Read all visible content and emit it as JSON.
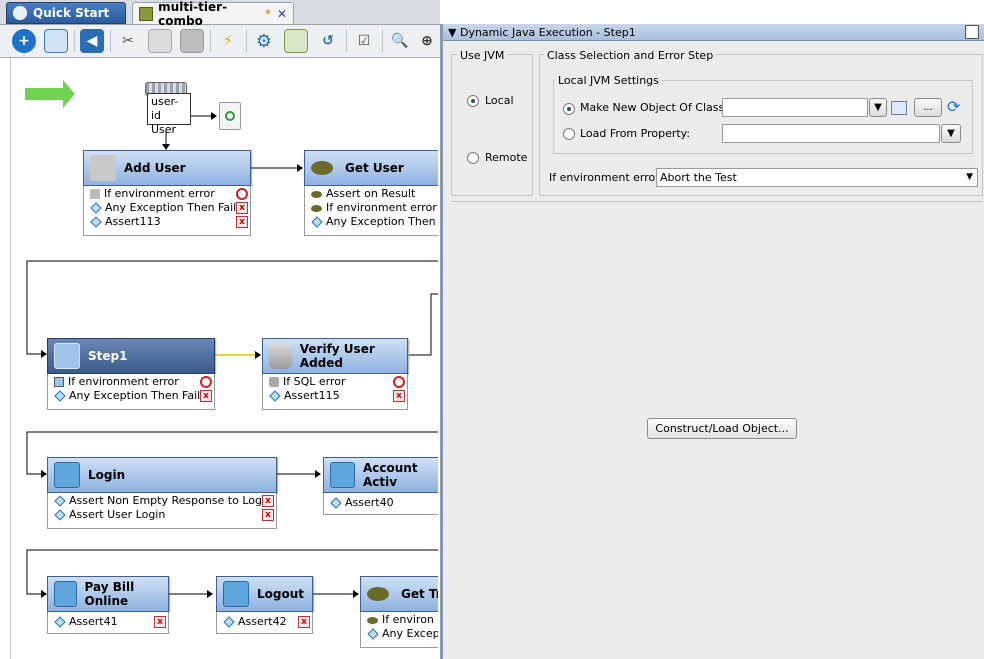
{
  "tabs": [
    {
      "label": "Quick Start"
    },
    {
      "label": "multi-tier-combo"
    }
  ],
  "toolbar": {
    "icons": [
      "add-icon",
      "delete-icon",
      "back-icon",
      "cut-icon",
      "copy-icon",
      "paste-icon",
      "run-icon",
      "settings-icon",
      "transfer-icon",
      "refresh-icon",
      "checklist-icon",
      "zoom-icon",
      "zoom-plus-icon"
    ]
  },
  "canvas": {
    "data_node": {
      "line1": "user-id",
      "line2": "User"
    },
    "nodes": [
      {
        "id": "add-user",
        "title": "Add User",
        "rows": [
          {
            "text": "If environment error",
            "mark": "no"
          },
          {
            "text": "Any Exception Then Fail",
            "mark": "x"
          },
          {
            "text": "Assert113",
            "mark": "x"
          }
        ]
      },
      {
        "id": "get-user",
        "title": "Get User",
        "rows": [
          {
            "text": "Assert on Result"
          },
          {
            "text": "If environment error"
          },
          {
            "text": "Any Exception Then F"
          }
        ]
      },
      {
        "id": "step1",
        "title": "Step1",
        "rows": [
          {
            "text": "If environment error",
            "mark": "no"
          },
          {
            "text": "Any Exception Then Fail",
            "mark": "x"
          }
        ]
      },
      {
        "id": "verify-user-added",
        "title": "Verify User Added",
        "rows": [
          {
            "text": "If SQL error",
            "mark": "no"
          },
          {
            "text": "Assert115",
            "mark": "x"
          }
        ]
      },
      {
        "id": "login",
        "title": "Login",
        "rows": [
          {
            "text": "Assert Non Empty Response to Login",
            "mark": "x"
          },
          {
            "text": "Assert User Login",
            "mark": "x"
          }
        ]
      },
      {
        "id": "account-activity",
        "title": "Account Activ",
        "rows": [
          {
            "text": "Assert40"
          }
        ]
      },
      {
        "id": "pay-bill-online",
        "title": "Pay Bill Online",
        "rows": [
          {
            "text": "Assert41",
            "mark": "x"
          }
        ]
      },
      {
        "id": "logout",
        "title": "Logout",
        "rows": [
          {
            "text": "Assert42",
            "mark": "x"
          }
        ]
      },
      {
        "id": "get-transactions",
        "title": "Get Tra",
        "rows": [
          {
            "text": "If environ"
          },
          {
            "text": "Any Excep"
          }
        ]
      }
    ]
  },
  "panel": {
    "title": "Dynamic Java Execution - Step1",
    "use_jvm": {
      "legend": "Use JVM",
      "local": "Local",
      "remote": "Remote",
      "selected": "Local"
    },
    "class_selection": {
      "legend": "Class Selection and Error Step",
      "local_settings": {
        "legend": "Local JVM Settings",
        "make_new": "Make New Object Of Class:",
        "load_from": "Load From Property:",
        "selected": "Make New Object Of Class:",
        "make_new_value": "",
        "load_from_value": "",
        "browse_label": "..."
      },
      "env_error_label": "If environment error:",
      "env_error_value": "Abort the Test"
    },
    "construct_button": "Construct/Load Object..."
  },
  "colors": {
    "accent": "#3b5a8c",
    "node_head": "#8fb2e0",
    "panel_bg": "#ececec"
  }
}
